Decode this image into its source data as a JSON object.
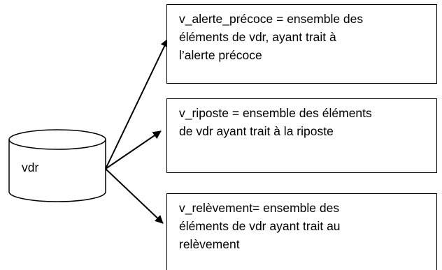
{
  "database": {
    "label": "vdr"
  },
  "boxes": [
    {
      "text": "v_alerte_précoce = ensemble des\néléments de vdr, ayant trait à\nl’alerte précoce"
    },
    {
      "text": "v_riposte = ensemble des éléments\nde vdr ayant trait à la riposte"
    },
    {
      "text": "v_relèvement= ensemble des\néléments de vdr ayant trait au\nrelèvement"
    }
  ]
}
